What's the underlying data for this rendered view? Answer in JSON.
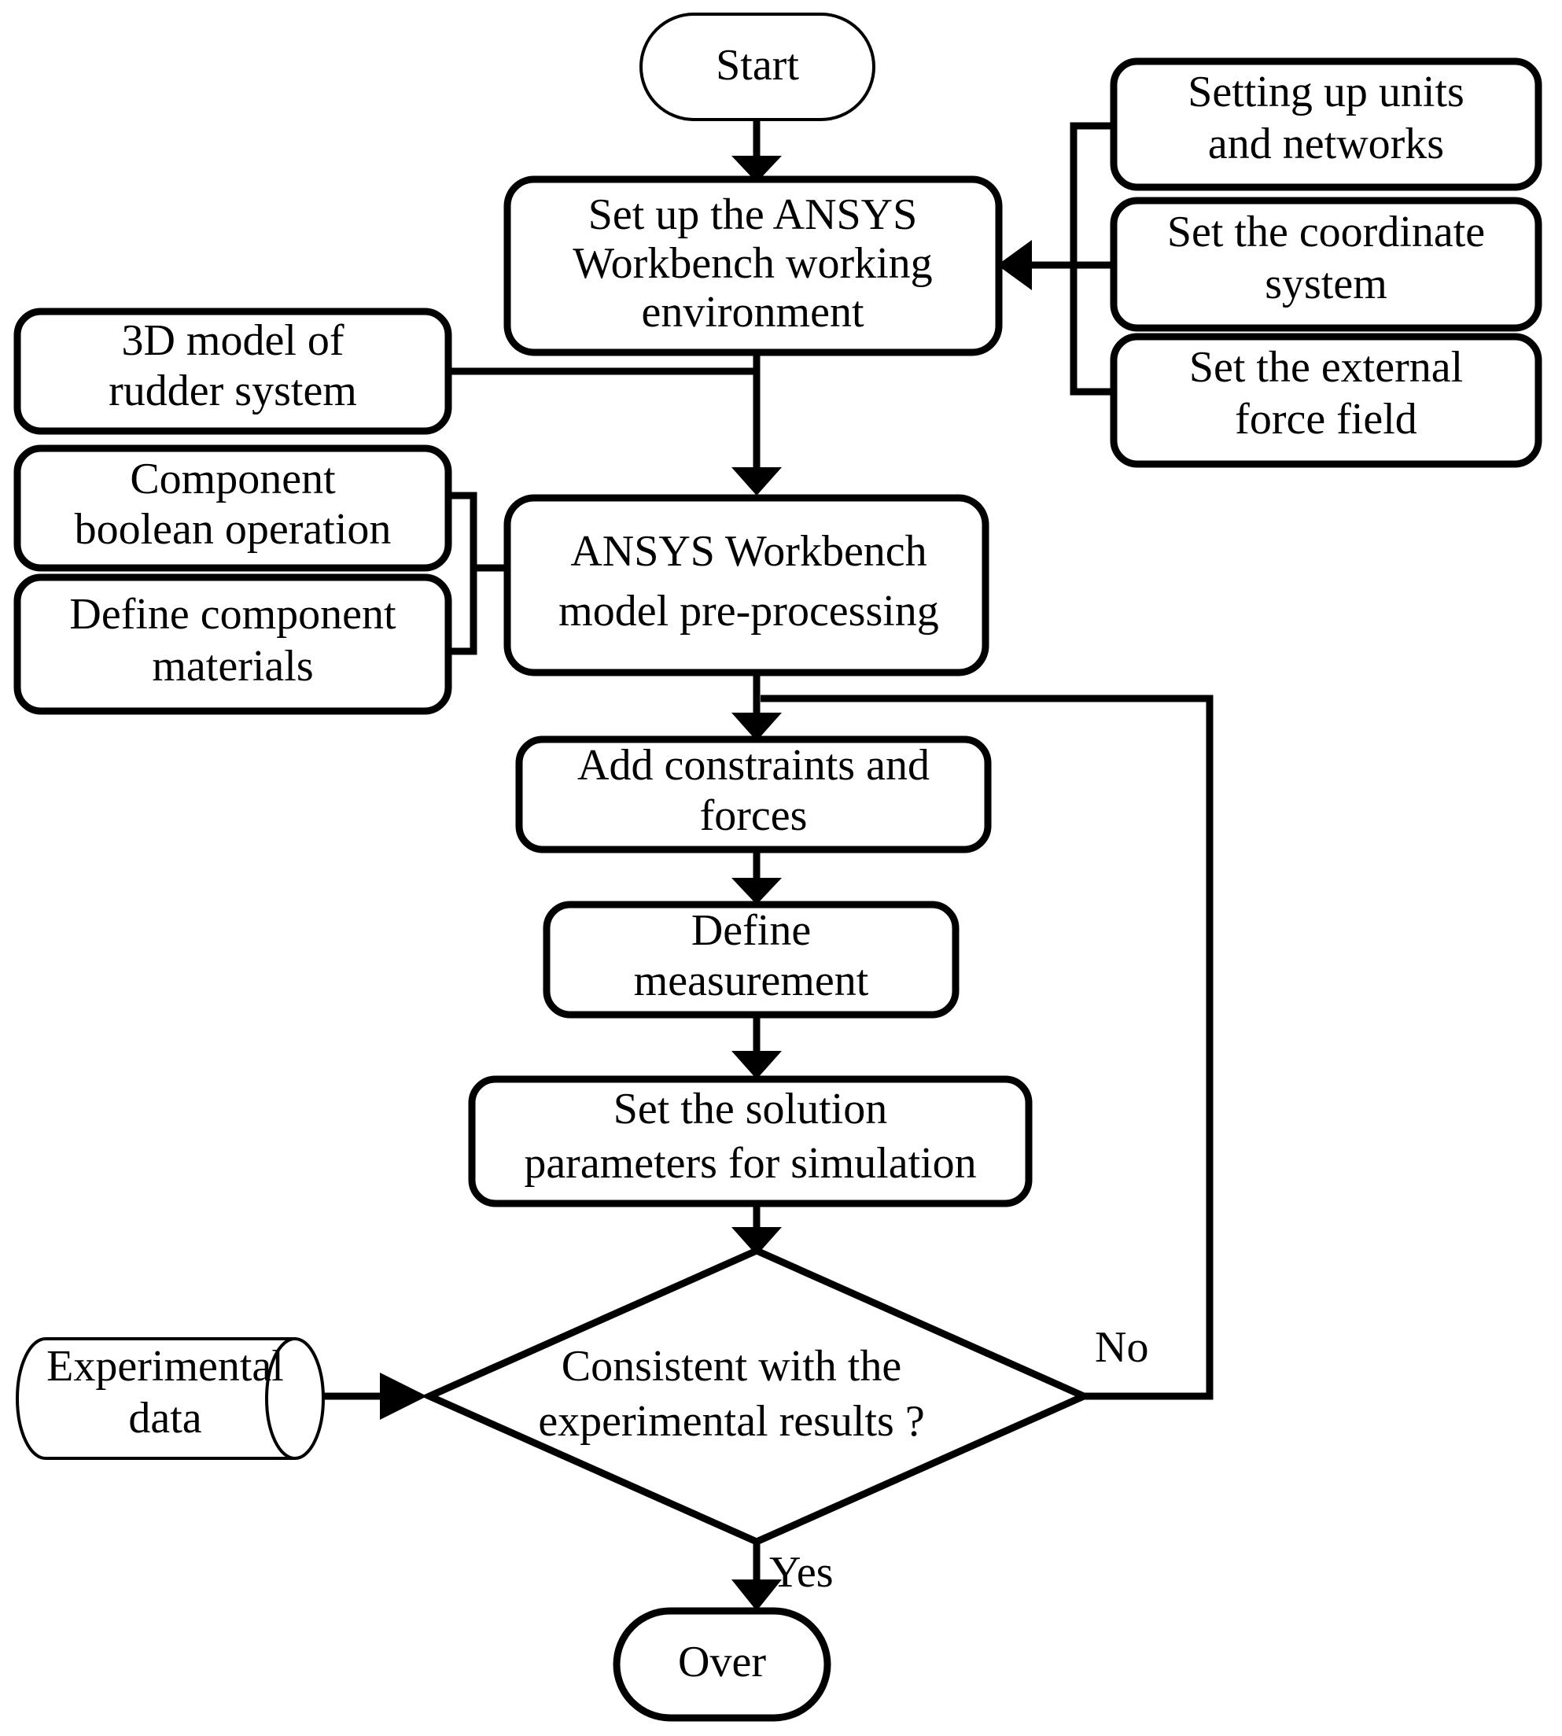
{
  "diagram": {
    "title": "ANSYS Workbench rudder system simulation flowchart",
    "type": "flowchart",
    "stroke_color": "#000000",
    "fill_color": "#ffffff",
    "background": "#ffffff"
  },
  "nodes": {
    "start": {
      "shape": "terminator",
      "label": "Start"
    },
    "setup_env": {
      "shape": "process",
      "line1": "Set up the ANSYS",
      "line2": "Workbench working",
      "line3": "environment"
    },
    "units_networks": {
      "shape": "process",
      "line1": "Setting up units",
      "line2": "and networks"
    },
    "coordinate_system": {
      "shape": "process",
      "line1": "Set the coordinate",
      "line2": "system"
    },
    "external_force": {
      "shape": "process",
      "line1": "Set the external",
      "line2": "force field"
    },
    "model_3d": {
      "shape": "process",
      "line1": "3D model of",
      "line2": "rudder system"
    },
    "boolean_op": {
      "shape": "process",
      "line1": "Component",
      "line2": "boolean operation"
    },
    "define_materials": {
      "shape": "process",
      "line1": "Define component",
      "line2": "materials"
    },
    "preprocessing": {
      "shape": "process",
      "line1": "ANSYS Workbench",
      "line2": "model pre-processing"
    },
    "constraints_forces": {
      "shape": "process",
      "line1": "Add constraints and",
      "line2": "forces"
    },
    "define_measurement": {
      "shape": "process",
      "line1": "Define",
      "line2": "measurement"
    },
    "solution_params": {
      "shape": "process",
      "line1": "Set the solution",
      "line2": "parameters for simulation"
    },
    "decision": {
      "shape": "decision",
      "line1": "Consistent with the",
      "line2": "experimental results ?"
    },
    "experimental_data": {
      "shape": "database",
      "line1": "Experimental",
      "line2": "data"
    },
    "over": {
      "shape": "terminator",
      "label": "Over"
    }
  },
  "edge_labels": {
    "no": "No",
    "yes": "Yes"
  }
}
